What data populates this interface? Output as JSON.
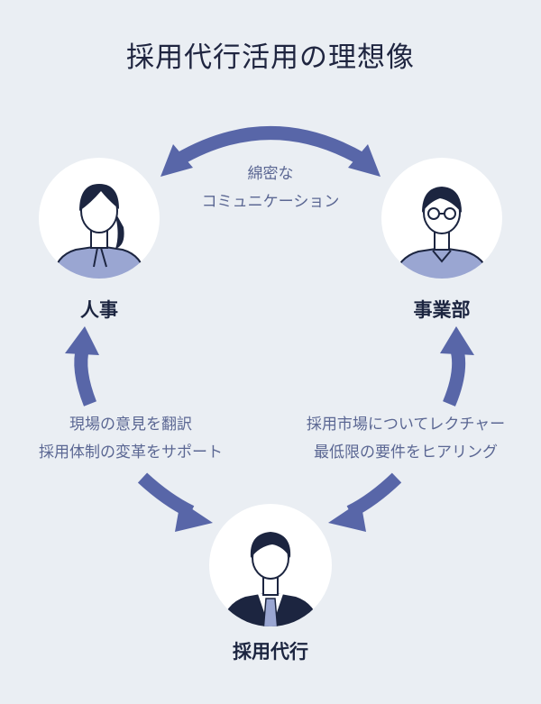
{
  "title": "採用代行活用の理想像",
  "nodes": {
    "hr": {
      "label": "人事"
    },
    "business": {
      "label": "事業部"
    },
    "agent": {
      "label": "採用代行"
    }
  },
  "edges": {
    "hr_business": {
      "lines": [
        "綿密な",
        "コミュニケーション"
      ]
    },
    "agent_hr": {
      "lines": [
        "現場の意見を翻訳",
        "採用体制の変革をサポート"
      ]
    },
    "agent_business": {
      "lines": [
        "採用市場についてレクチャー",
        "最低限の要件をヒアリング"
      ]
    }
  },
  "colors": {
    "background": "#eaeef3",
    "arrow": "#5866a8",
    "text_accent": "#5b6793",
    "figure_dark": "#1c2540",
    "shirt_light": "#9aa6d2"
  },
  "icons": [
    "person-female-icon",
    "person-glasses-icon",
    "person-suit-icon"
  ]
}
